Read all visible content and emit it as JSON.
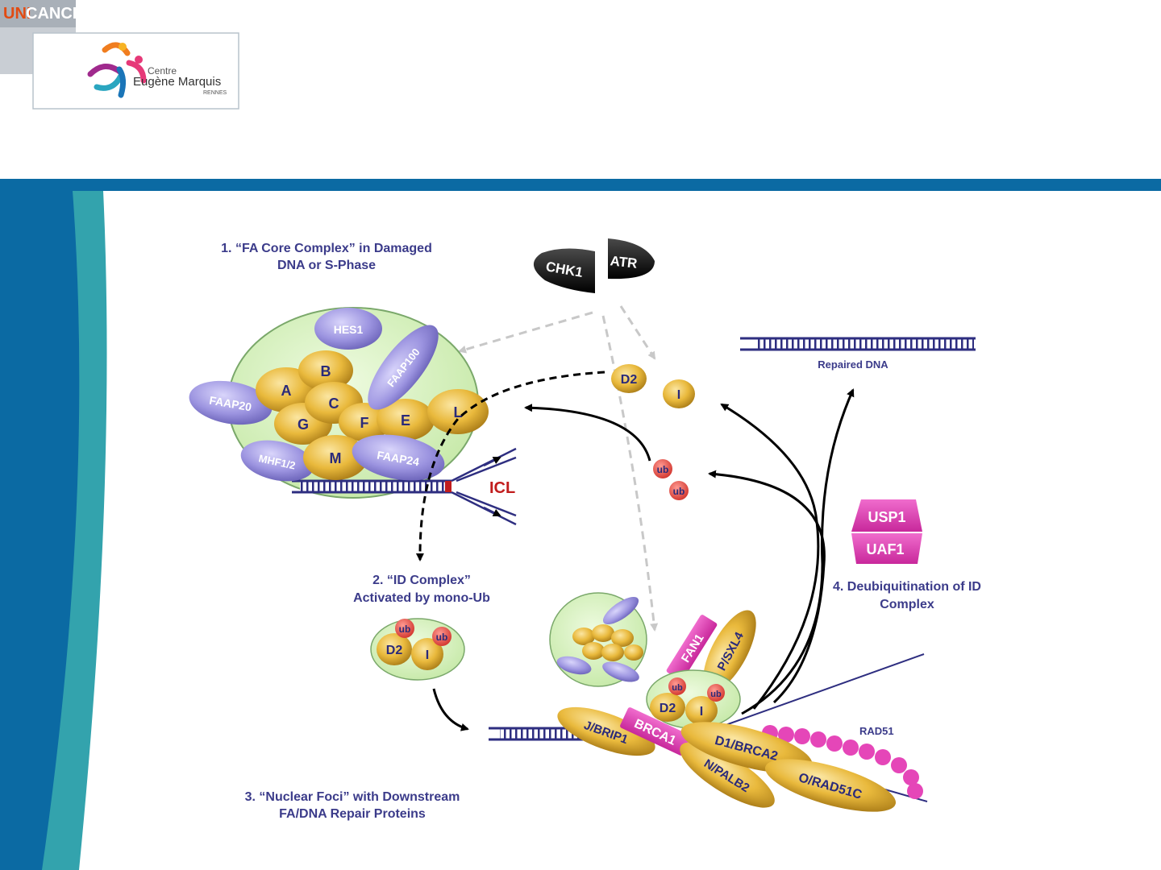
{
  "header": {
    "brand_uni": "UNI",
    "brand_cancer": "CANCER",
    "logo_line1": "Centre",
    "logo_line2": "Eugène Marquis",
    "logo_line3": "RENNES"
  },
  "colors": {
    "band": "#0b6aa3",
    "teal": "#33a3ad",
    "navy_text": "#3b3b8a",
    "gold": "#e9b93c",
    "lavender": "#9c94e0",
    "magenta": "#dd3fb4",
    "ub_red": "#e4483f",
    "complex_green": "#d7f0c0"
  },
  "diagram": {
    "step1": [
      "1. “FA Core Complex” in Damaged",
      "DNA or S-Phase"
    ],
    "step2": [
      "2. “ID Complex”",
      "Activated by mono-Ub"
    ],
    "step3": [
      "3. “Nuclear Foci” with Downstream",
      "FA/DNA Repair Proteins"
    ],
    "step4": [
      "4. Deubiquitination of ID",
      "Complex"
    ],
    "repaired_dna": "Repaired DNA",
    "icl": "ICL",
    "rad51": "RAD51",
    "kinases": [
      "CHK1",
      "ATR"
    ],
    "core": [
      "HES1",
      "FAAP100",
      "FAAP20",
      "A",
      "B",
      "C",
      "G",
      "F",
      "E",
      "L",
      "M",
      "FAAP24",
      "MHF1/2"
    ],
    "id_complex": [
      "D2",
      "I"
    ],
    "ub": "ub",
    "usp": [
      "USP1",
      "UAF1"
    ],
    "foci": [
      "FAN1",
      "P/SXL4",
      "J/BRIP1",
      "BRCA1",
      "D1/BRCA2",
      "N/PALB2",
      "O/RAD51C"
    ]
  }
}
